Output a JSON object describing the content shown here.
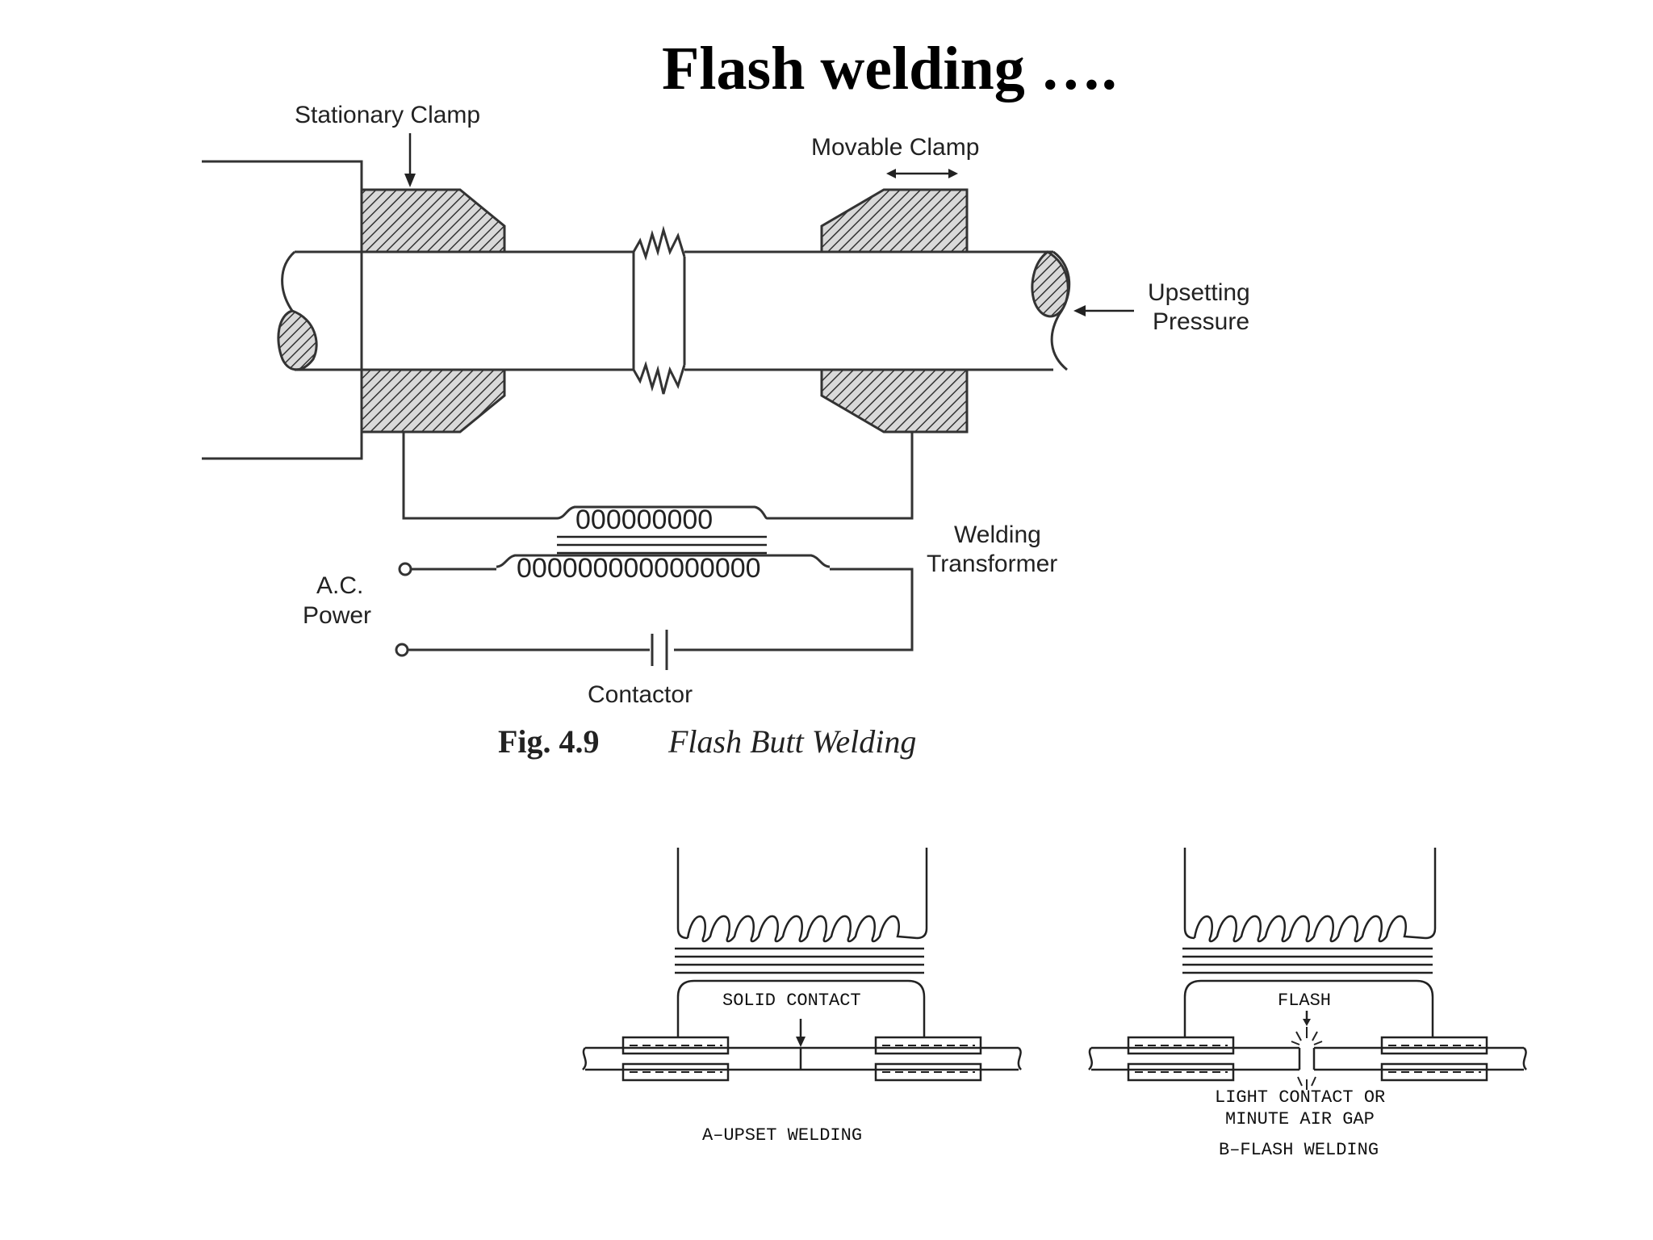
{
  "title": "Flash welding ….",
  "fig1": {
    "stationary_clamp": "Stationary Clamp",
    "movable_clamp": "Movable Clamp",
    "upsetting_1": "Upsetting",
    "upsetting_2": "Pressure",
    "welding_1": "Welding",
    "welding_2": "Transformer",
    "ac_1": "A.C.",
    "ac_2": "Power",
    "contactor": "Contactor",
    "secondary_coil": "000000000",
    "primary_coil": "0000000000000000",
    "caption_num": "Fig. 4.9",
    "caption_text": "Flash Butt Welding"
  },
  "fig2": {
    "a_contact": "SOLID CONTACT",
    "a_title": "A–UPSET WELDING",
    "b_flash": "FLASH",
    "b_note_1": "LIGHT CONTACT OR",
    "b_note_2": "MINUTE AIR GAP",
    "b_title": "B–FLASH WELDING"
  }
}
